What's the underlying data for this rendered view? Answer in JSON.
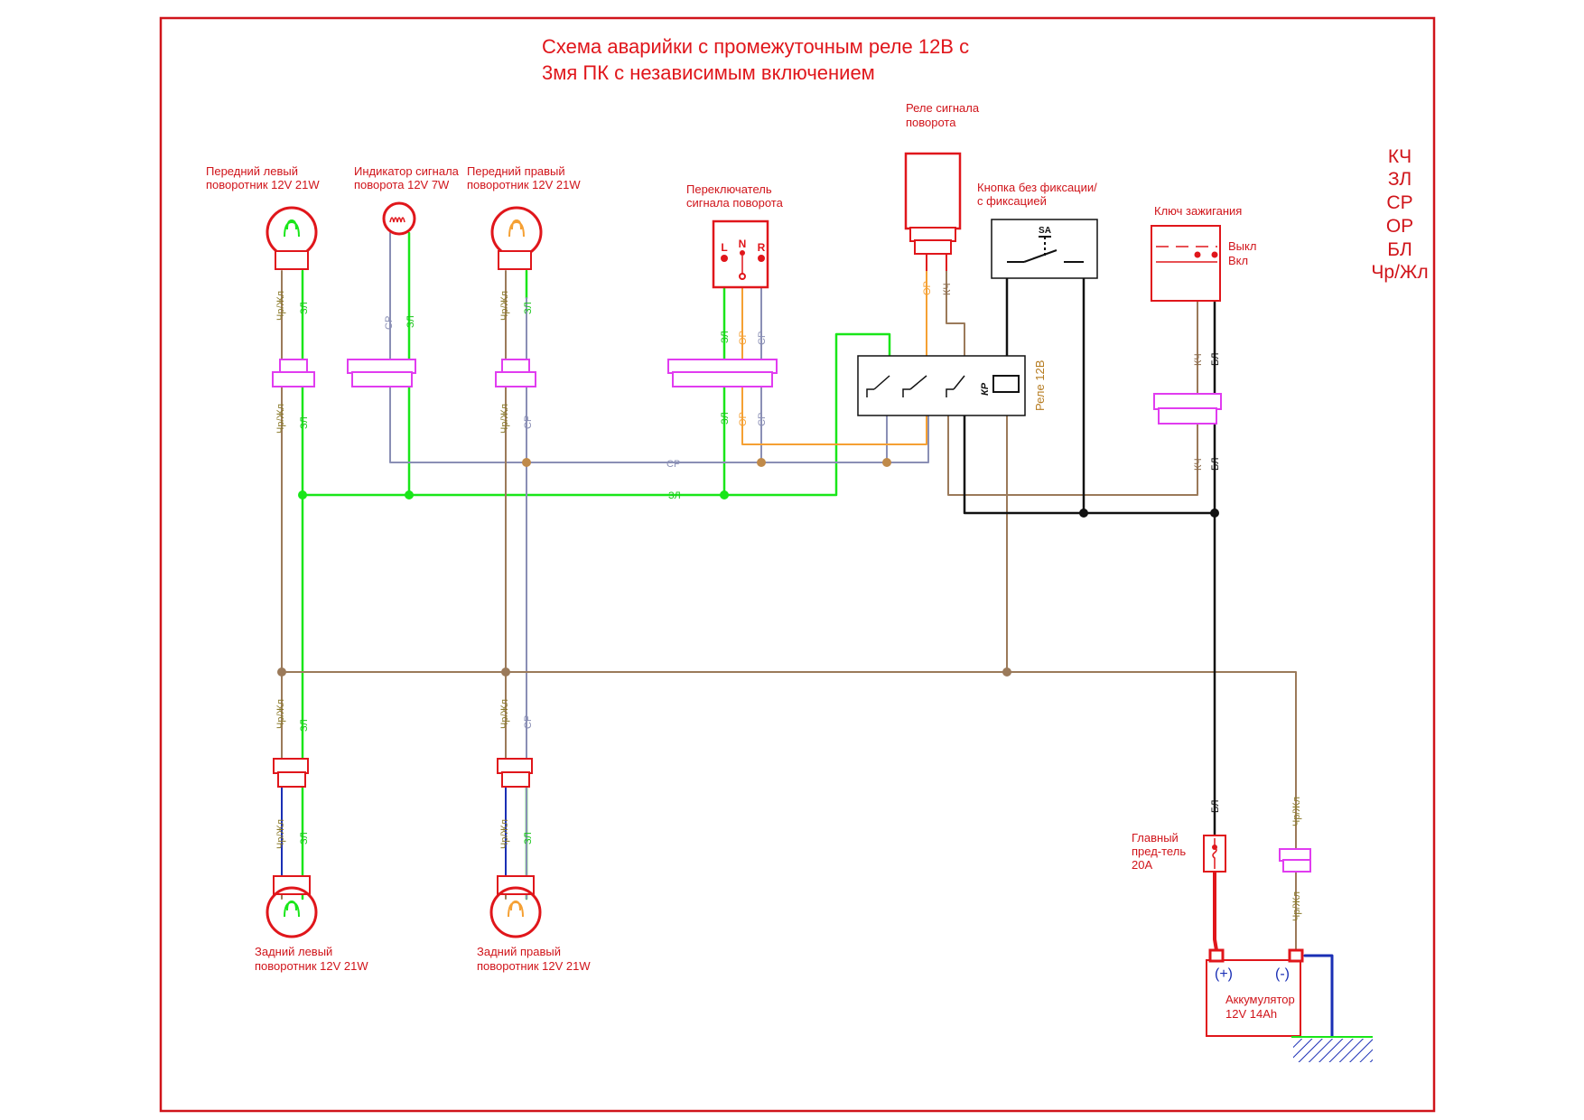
{
  "title": {
    "line1": "Схема аварийки  с промежуточным реле  12В с",
    "line2": "3мя ПК  с независимым включением"
  },
  "components": {
    "front_left_lamp": [
      "Передний левый",
      "поворотник 12V 21W"
    ],
    "indicator_lamp": [
      "Индикатор сигнала",
      "поворота 12V 7W"
    ],
    "front_right_lamp": [
      "Передний правый",
      "поворотник 12V 21W"
    ],
    "turn_switch": [
      "Переключатель",
      "сигнала поворота"
    ],
    "switch_pins": [
      "L",
      "N",
      "R"
    ],
    "flasher_relay": [
      "Реле сигнала",
      "поворота"
    ],
    "hazard_button": [
      "Кнопка без фиксации/",
      "с фиксацией"
    ],
    "button_tag": "SA",
    "ignition_key": "Ключ зажигания",
    "key_positions": [
      "Выкл",
      "Вкл"
    ],
    "relay_12v": "Реле 12В",
    "relay_coil_tag": "КР",
    "rear_left_lamp": [
      "Задний левый",
      "поворотник 12V 21W"
    ],
    "rear_right_lamp": [
      "Задний правый",
      "поворотник 12V 21W"
    ],
    "main_fuse": [
      "Главный",
      "пред-тель",
      "20А"
    ],
    "battery": [
      "Аккумулятор",
      "12V 14Ah"
    ],
    "battery_plus": "(+)",
    "battery_minus": "(-)"
  },
  "legend": [
    "КЧ",
    "ЗЛ",
    "СР",
    "ОР",
    "БЛ",
    "Чр/Жл"
  ],
  "wire_labels": {
    "brown_yellow": "Чр/Жл",
    "green": "ЗЛ",
    "grey": "СР",
    "orange": "ОР",
    "brown_red": "КЧ",
    "black": "БЛ"
  },
  "colors": {
    "frame": "#d0141a",
    "green": "#19e619",
    "grey": "#8a8fb5",
    "orange": "#f5a033",
    "brown": "#9b7a5a",
    "black": "#111111",
    "red": "#e0161b",
    "magenta": "#e13cf0",
    "blue": "#1a2fb5"
  }
}
